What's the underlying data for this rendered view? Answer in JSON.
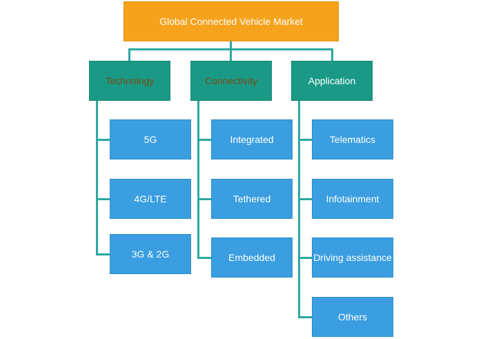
{
  "title": "Global Connected Vehicle Market",
  "colors": {
    "root_fill": "#f5a21d",
    "category_fill": "#1a9a86",
    "leaf_fill": "#3a9ee0",
    "connector": "#2aa8a0"
  },
  "categories": [
    {
      "label": "Technology",
      "items": [
        "5G",
        "4G/LTE",
        "3G & 2G"
      ]
    },
    {
      "label": "Connectivity",
      "items": [
        "Integrated",
        "Tethered",
        "Embedded"
      ]
    },
    {
      "label": "Application",
      "items": [
        "Telematics",
        "Infotainment",
        "Driving assistance",
        "Others"
      ]
    }
  ]
}
